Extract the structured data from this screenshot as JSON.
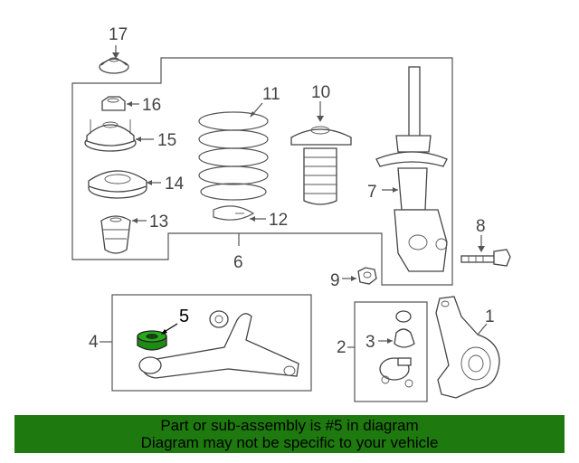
{
  "callouts": {
    "c17": "17",
    "c16": "16",
    "c15": "15",
    "c14": "14",
    "c13": "13",
    "c11": "11",
    "c10": "10",
    "c12": "12",
    "c6": "6",
    "c7": "7",
    "c8": "8",
    "c9": "9",
    "c5": "5",
    "c4": "4",
    "c3": "3",
    "c2": "2",
    "c1": "1"
  },
  "highlight": {
    "part_number": "5",
    "color": "#1e8c14"
  },
  "banner": {
    "line1": "Part or sub-assembly is #5 in diagram",
    "line2": "Diagram may not be specific to your vehicle",
    "background": "#1e7a0e"
  }
}
